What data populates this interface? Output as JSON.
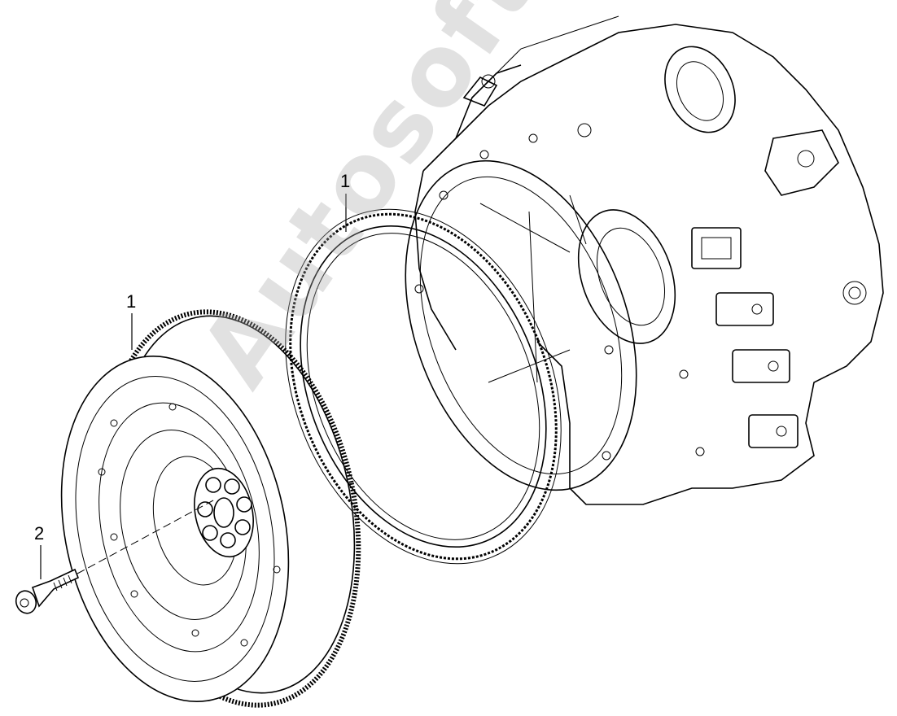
{
  "diagram": {
    "callouts": {
      "ring_gear": "1",
      "flywheel": "1",
      "bolt": "2"
    },
    "watermark": "Autosoft"
  }
}
